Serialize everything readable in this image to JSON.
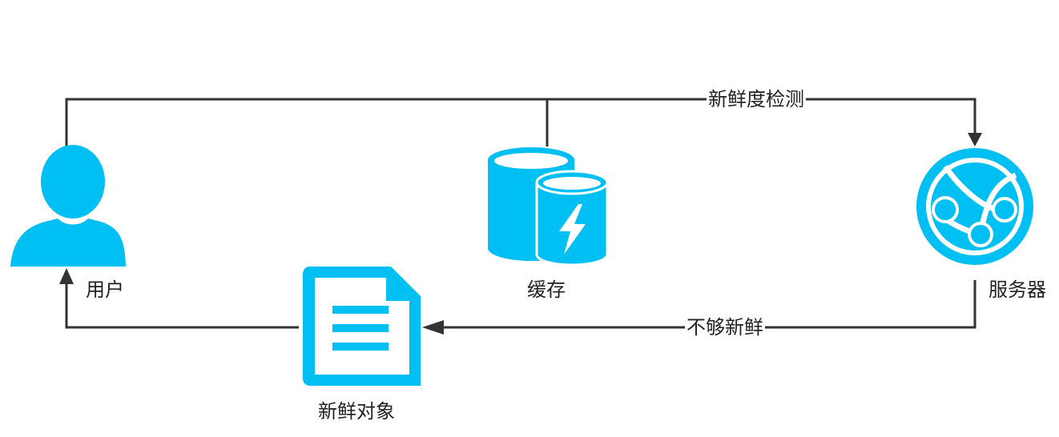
{
  "colors": {
    "accent": "#00bff3",
    "line": "#333333",
    "text": "#222222"
  },
  "nodes": {
    "user": {
      "label": "用户",
      "icon": "user-icon"
    },
    "cache": {
      "label": "缓存",
      "icon": "cache-database-icon"
    },
    "server": {
      "label": "服务器",
      "icon": "server-globe-icon"
    },
    "fresh_object": {
      "label": "新鲜对象",
      "icon": "document-icon"
    }
  },
  "edges": {
    "freshness_check": {
      "label": "新鲜度检测"
    },
    "not_fresh": {
      "label": "不够新鲜"
    }
  }
}
